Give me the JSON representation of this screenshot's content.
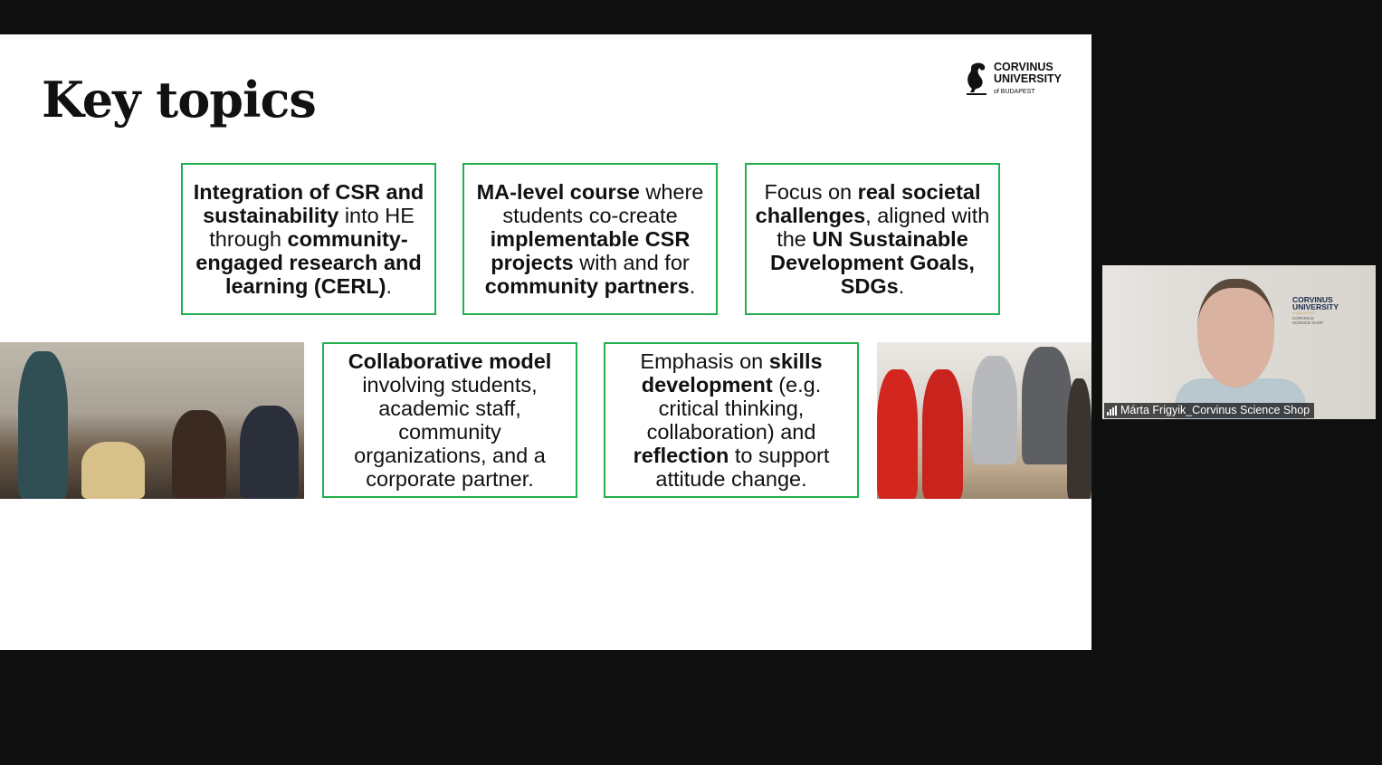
{
  "slide": {
    "title": "Key topics",
    "logo": {
      "line1": "CORVINUS",
      "line2": "UNIVERSITY",
      "line3": "of BUDAPEST"
    },
    "boxes": [
      {
        "segments": [
          {
            "text": "Integration of CSR and sustainability",
            "bold": true
          },
          {
            "text": " into HE through ",
            "bold": false
          },
          {
            "text": "community-engaged research and learning (CERL)",
            "bold": true
          },
          {
            "text": ".",
            "bold": false
          }
        ]
      },
      {
        "segments": [
          {
            "text": "MA-level course",
            "bold": true
          },
          {
            "text": " where students co-create ",
            "bold": false
          },
          {
            "text": "implementable CSR projects",
            "bold": true
          },
          {
            "text": " with and for ",
            "bold": false
          },
          {
            "text": "community partners",
            "bold": true
          },
          {
            "text": ".",
            "bold": false
          }
        ]
      },
      {
        "segments": [
          {
            "text": "Focus on ",
            "bold": false
          },
          {
            "text": "real societal challenges",
            "bold": true
          },
          {
            "text": ", aligned with the ",
            "bold": false
          },
          {
            "text": "UN Sustainable Development Goals, SDGs",
            "bold": true
          },
          {
            "text": ".",
            "bold": false
          }
        ]
      },
      {
        "segments": [
          {
            "text": "Collaborative model",
            "bold": true
          },
          {
            "text": " involving students, academic staff, community organizations, and a corporate partner.",
            "bold": false
          }
        ]
      },
      {
        "segments": [
          {
            "text": "Emphasis on ",
            "bold": false
          },
          {
            "text": "skills development",
            "bold": true
          },
          {
            "text": " (e.g. critical thinking, collaboration) and ",
            "bold": false
          },
          {
            "text": "reflection",
            "bold": true
          },
          {
            "text": " to support attitude change.",
            "bold": false
          }
        ]
      }
    ],
    "accent_color": "#23b04f"
  },
  "video": {
    "participant_name": "Márta Frigyik_Corvinus Science Shop",
    "background_logo": {
      "line1": "CORVINUS",
      "line2": "UNIVERSITY",
      "line3": "of BUDAPEST",
      "line4": "CORVINUS",
      "line5": "SCIENCE SHOP"
    }
  }
}
